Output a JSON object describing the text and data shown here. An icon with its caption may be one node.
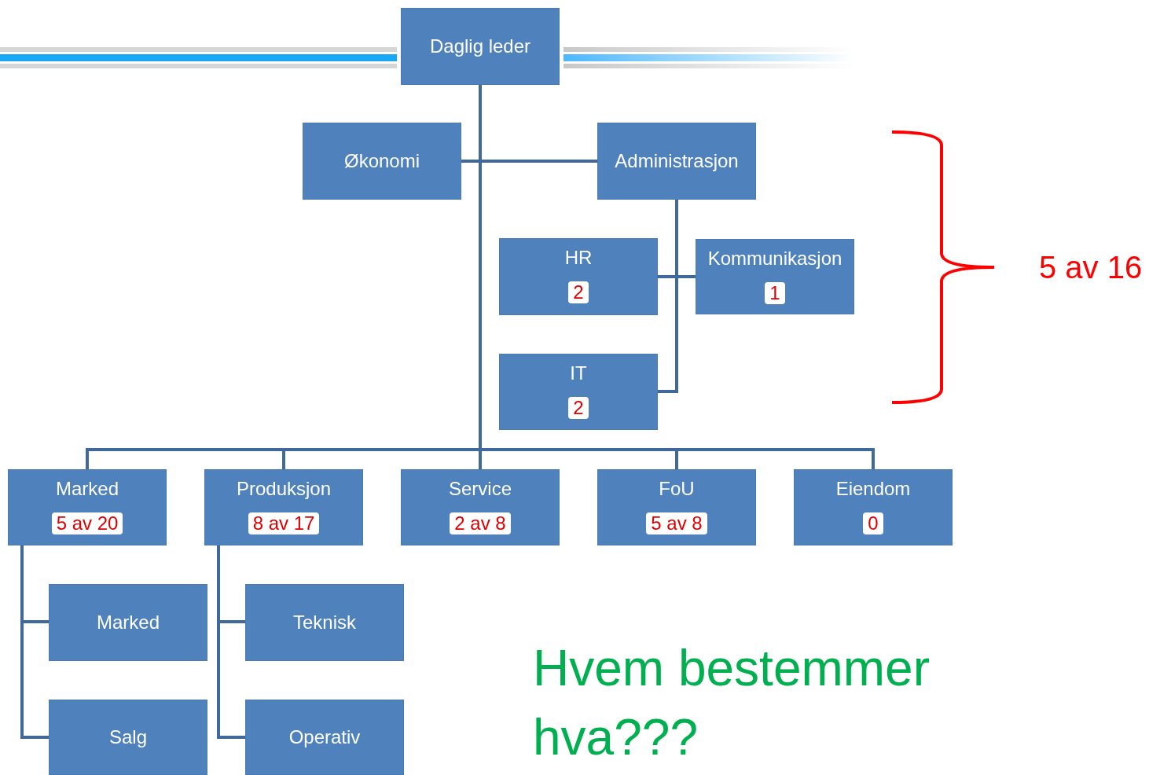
{
  "diagram": {
    "nodes": [
      {
        "text": [
          "Daglig leder"
        ]
      },
      {
        "text": [
          "Økonomi"
        ]
      },
      {
        "text": [
          "Administrasjon"
        ]
      },
      {
        "text": [
          "HR",
          "2"
        ]
      },
      {
        "text": [
          "Kommunikasjon",
          "1"
        ]
      },
      {
        "text": [
          "IT",
          "2"
        ]
      },
      {
        "text": [
          "Marked",
          "5 av 20"
        ]
      },
      {
        "text": [
          "Produksjon",
          "8 av 17"
        ]
      },
      {
        "text": [
          "Service",
          "2 av 8"
        ]
      },
      {
        "text": [
          "FoU",
          "5 av 8"
        ]
      },
      {
        "text": [
          "Eiendom",
          "0"
        ]
      },
      {
        "text": [
          "Marked"
        ]
      },
      {
        "text": [
          "Salg"
        ]
      },
      {
        "text": [
          "Teknisk"
        ]
      },
      {
        "text": [
          "Operativ"
        ]
      }
    ],
    "edges": [
      {
        "from": 0,
        "to": 1,
        "arrow": "none"
      },
      {
        "from": 0,
        "to": 2,
        "arrow": "none"
      },
      {
        "from": 2,
        "to": 3,
        "arrow": "none"
      },
      {
        "from": 2,
        "to": 4,
        "arrow": "none"
      },
      {
        "from": 2,
        "to": 5,
        "arrow": "none"
      },
      {
        "from": 0,
        "to": 6,
        "arrow": "none"
      },
      {
        "from": 0,
        "to": 7,
        "arrow": "none"
      },
      {
        "from": 0,
        "to": 8,
        "arrow": "none"
      },
      {
        "from": 0,
        "to": 9,
        "arrow": "none"
      },
      {
        "from": 0,
        "to": 10,
        "arrow": "none"
      },
      {
        "from": 6,
        "to": 11,
        "arrow": "none"
      },
      {
        "from": 6,
        "to": 12,
        "arrow": "none"
      },
      {
        "from": 7,
        "to": 13,
        "arrow": "none"
      },
      {
        "from": 7,
        "to": 14,
        "arrow": "none"
      }
    ],
    "labels": [
      "5 av 16",
      "Hvem bestemmer hva???"
    ]
  }
}
